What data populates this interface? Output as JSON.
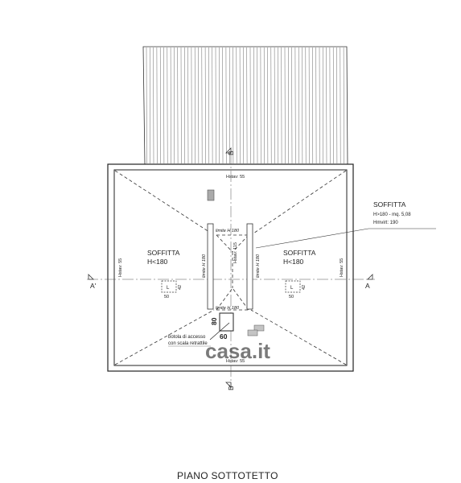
{
  "drawing": {
    "title": "PIANO SOTTOTETTO",
    "watermark": "casa.it",
    "section_marks": {
      "a_left": "A'",
      "a_right": "A",
      "b_top": "B",
      "b_bottom": "B'"
    },
    "hstav_top": "Hstav: 55",
    "hstav_bottom": "Hstav: 55",
    "hstav_left": "Hstav: 55",
    "hstav_right": "Hstav: 55",
    "hstav_center": "Hstav: 115",
    "limite_top": "limite H 180",
    "limite_bottom": "limite H 180",
    "limite_left": "limite H 180",
    "limite_right": "limite H 180",
    "left_room": {
      "name": "SOFFITTA",
      "height": "H<180"
    },
    "right_room": {
      "name": "SOFFITTA",
      "height": "H<180"
    },
    "center_callout": {
      "name": "SOFFITTA",
      "line1": "H>180 - mq. 5,08",
      "line2": "Hmvirt: 190"
    },
    "left_skylight": {
      "label": "L",
      "w": "50",
      "h": "42"
    },
    "right_skylight": {
      "label": "L",
      "w": "50",
      "h": "42"
    },
    "hatch": {
      "h": "80",
      "w": "60",
      "label_line1": "botola di accesso",
      "label_line2": "con scala retrattile"
    }
  }
}
